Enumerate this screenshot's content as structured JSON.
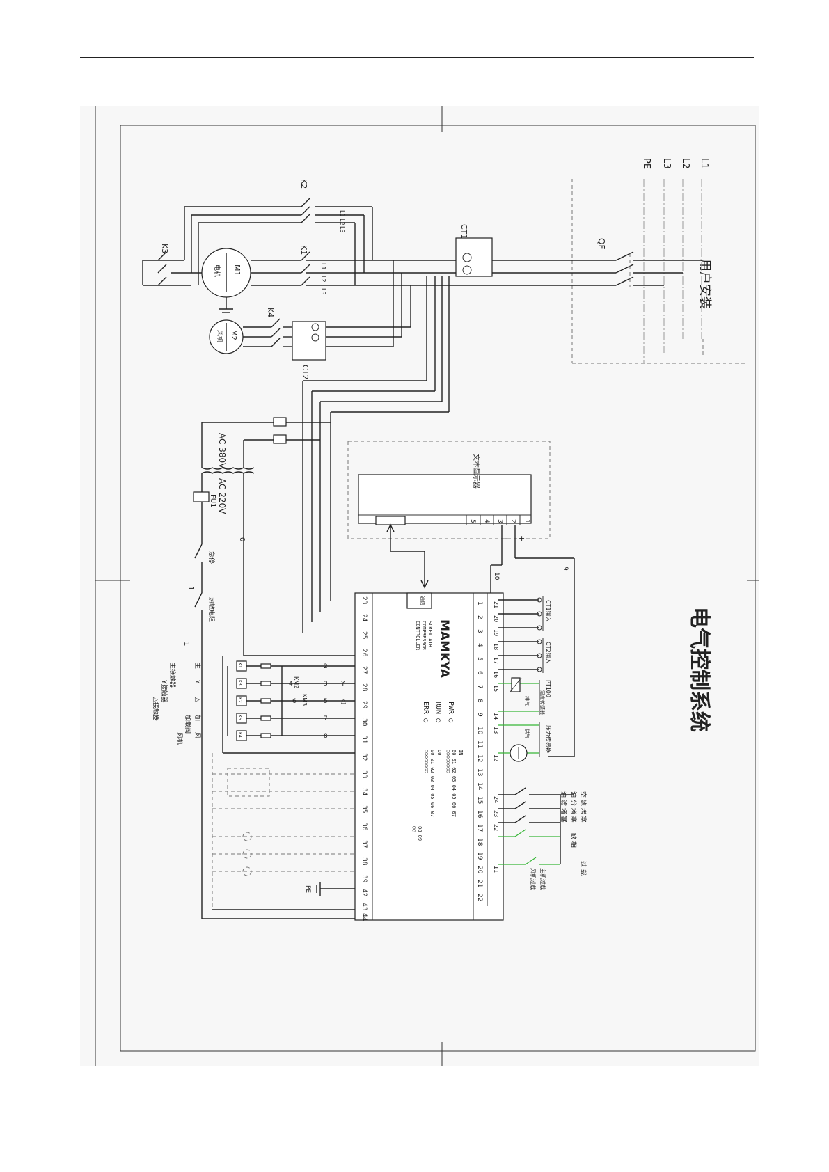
{
  "title": "电气控制系统",
  "user_install": "用户安装",
  "phases": [
    "L1",
    "L2",
    "L3",
    "PE"
  ],
  "breaker": "QF",
  "ct": {
    "ct1": "CT1",
    "ct2": "CT2"
  },
  "contactors": {
    "k1": "K1",
    "k2": "K2",
    "k3": "K3",
    "k4": "K4"
  },
  "terminal_labels": {
    "a": "L1",
    "b": "L2",
    "c": "L3"
  },
  "motors": {
    "m1": {
      "id": "M1",
      "name": "电机"
    },
    "m2": {
      "id": "M2",
      "name": "风机"
    }
  },
  "power": {
    "ac380": "AC 380V",
    "ac220": "AC 220V",
    "fuse": "FU1"
  },
  "control_chain": {
    "emergency": "急停",
    "thermal": "热敏电阻",
    "n0": "0",
    "n1": "1",
    "n1b": "1"
  },
  "display": {
    "name": "文本显示器",
    "terminals": [
      "1",
      "2",
      "3",
      "4",
      "5"
    ],
    "plus": "+",
    "minus": "-"
  },
  "controller": {
    "brand": "MAMKYA",
    "line1": "SCREW AIR",
    "line2": "COMPRESSOR",
    "line3": "CONTROLLER",
    "comm": "通信",
    "status": [
      "PWR ○",
      "RUN ○",
      "ERR ○"
    ],
    "in_label": "IN",
    "out_label": "OUT",
    "in_row1": "00 01 02 03 04 05 06 07",
    "in_row2": "○○○○○○○○",
    "out_row1": "00 01 02 03 04 05 06 07",
    "out_row2": "○○○○○○○○",
    "out_row3": "08 09",
    "out_row4": "○○",
    "left_terms": [
      "23",
      "24",
      "25",
      "26",
      "27",
      "28",
      "29",
      "30",
      "31",
      "32",
      "33",
      "34",
      "35",
      "36",
      "37",
      "38",
      "39",
      "42",
      "43",
      "44"
    ],
    "right_terms": [
      "1",
      "2",
      "3",
      "4",
      "5",
      "6",
      "7",
      "8",
      "9",
      "10",
      "11",
      "12",
      "13",
      "14",
      "15",
      "16",
      "17",
      "18",
      "19",
      "20",
      "21",
      "22"
    ]
  },
  "wire_numbers": {
    "w9": "9",
    "w10": "10",
    "list": [
      "21",
      "20",
      "19",
      "18",
      "17",
      "16",
      "15",
      "14",
      "13",
      "12",
      "24",
      "23",
      "22",
      "11"
    ]
  },
  "sensors": {
    "ct1_in": "CT1输入",
    "ct2_in": "CT2输入",
    "pt100": "PT100",
    "temp": "温度传感器",
    "pressure": "压力传感器",
    "exhaust": "排气",
    "supply": "供气"
  },
  "switches": [
    "空滤堵塞",
    "油分堵塞",
    "油滤堵塞",
    "缺相",
    "过载"
  ],
  "switch_short": [
    "空 滤 堵 塞",
    "油 分 堵 塞",
    "油 滤 堵 塞",
    "缺 相",
    "过 载"
  ],
  "fan_overload": "风机过载",
  "main_overload": "主机过载",
  "outputs": [
    "主接触器",
    "Y接触器",
    "△接触器",
    "加载阀",
    "风机"
  ],
  "out_short": [
    "主",
    "Y",
    "△",
    "加",
    "风"
  ],
  "relays": [
    "K1",
    "K3",
    "K2",
    "K5",
    "K4"
  ],
  "km": {
    "km2": "KM2",
    "km3": "KM3"
  },
  "out_wires": [
    "2",
    "3",
    "4",
    "5",
    "6",
    "7",
    "8"
  ],
  "y_delta": {
    "y": "Y",
    "delta": "△"
  },
  "ground": "PE"
}
